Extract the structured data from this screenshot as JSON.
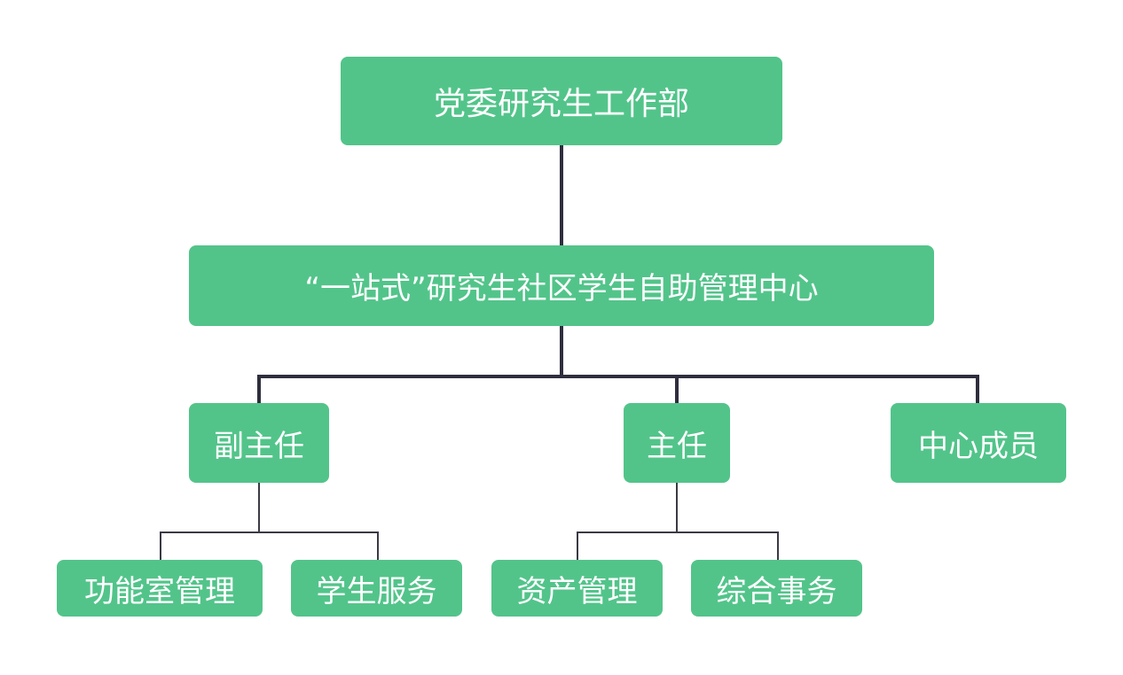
{
  "colors": {
    "node_fill": "#52C48A",
    "node_text": "#FFFFFF",
    "connector_thick": "#2E2E3E",
    "connector_thin": "#3A3A44"
  },
  "org_chart": {
    "root": {
      "label": "党委研究生工作部"
    },
    "center": {
      "label": "“一站式”研究生社区学生自助管理中心"
    },
    "level2": {
      "deputy_director": {
        "label": "副主任",
        "children": [
          {
            "label": "功能室管理"
          },
          {
            "label": "学生服务"
          }
        ]
      },
      "director": {
        "label": "主任",
        "children": [
          {
            "label": "资产管理"
          },
          {
            "label": "综合事务"
          }
        ]
      },
      "members": {
        "label": "中心成员"
      }
    }
  }
}
